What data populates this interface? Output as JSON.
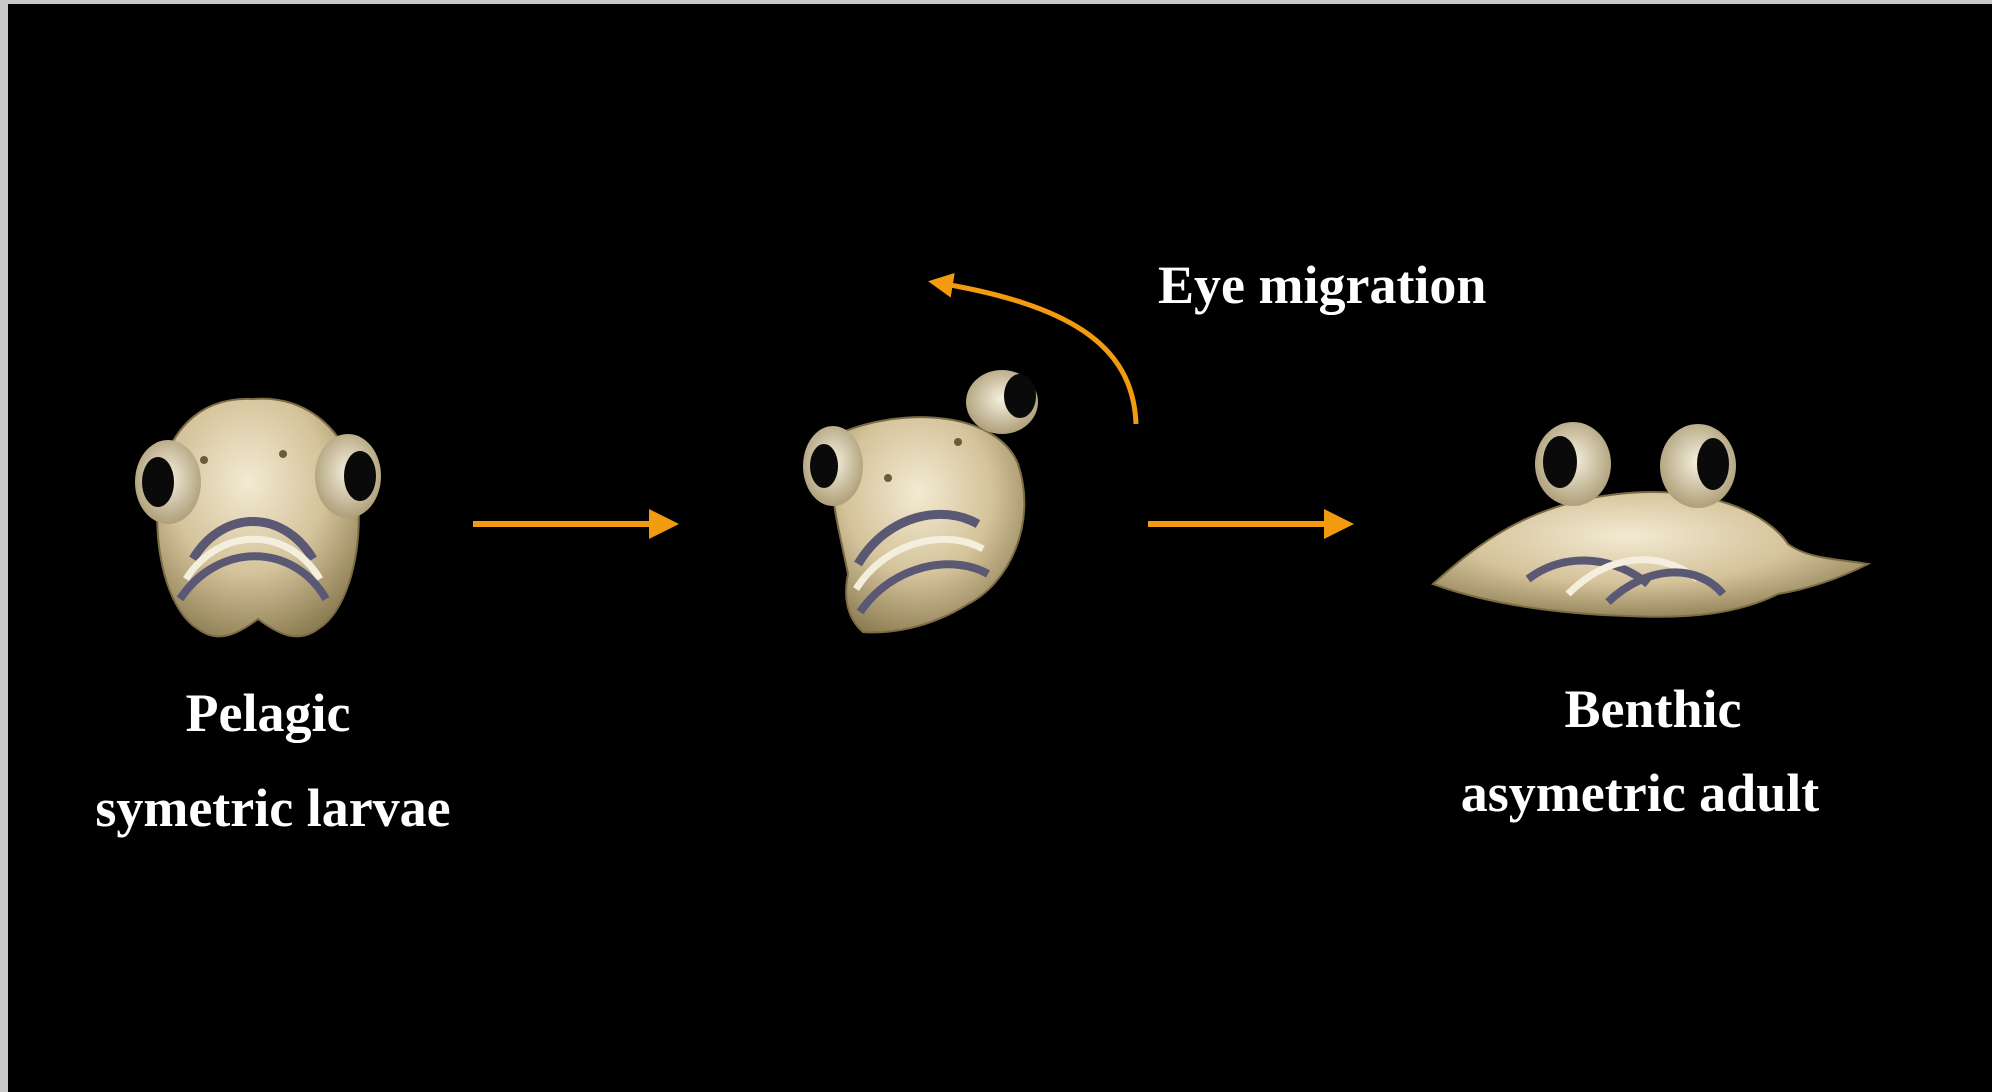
{
  "labels": {
    "eye_migration": "Eye migration",
    "pelagic_line1": "Pelagic",
    "pelagic_line2": "symetric larvae",
    "benthic_line1": "Benthic",
    "benthic_line2": "asymetric adult"
  },
  "colors": {
    "background": "#000000",
    "text": "#ffffff",
    "arrow": "#f29a10",
    "fish_body": "#d8c9a2",
    "fish_shadow": "#9a8a60",
    "fish_stripe": "#5a5872"
  }
}
